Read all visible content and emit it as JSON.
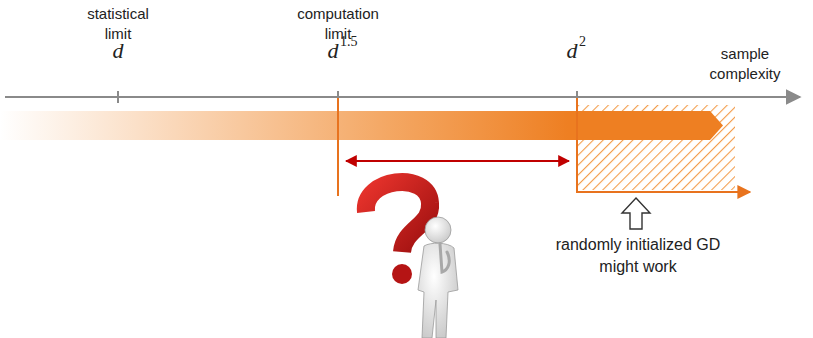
{
  "diagram": {
    "labels": [
      "statistical limit",
      "d",
      "computation limit",
      "d",
      "1.5",
      "d",
      "2",
      "sample complexity",
      "randomly initialized GD might work"
    ]
  }
}
